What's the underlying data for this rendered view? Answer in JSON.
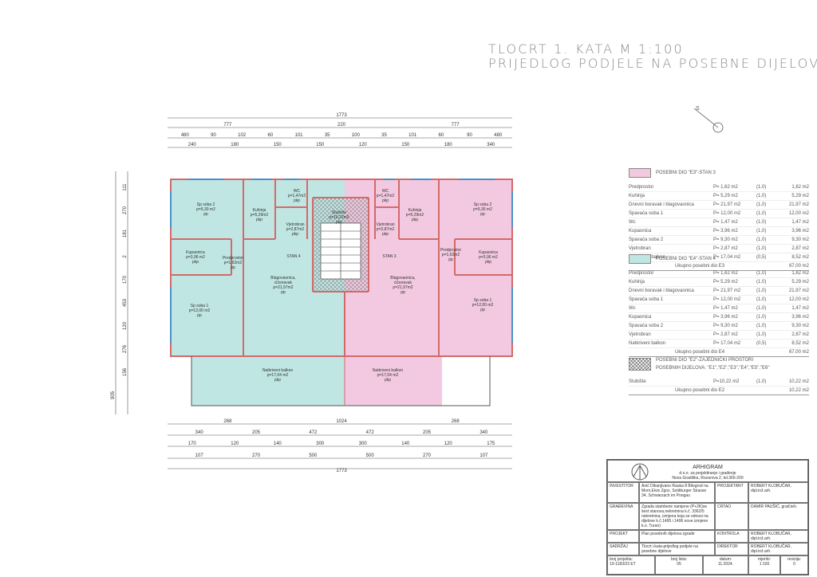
{
  "title": {
    "line1": "TLOCRT 1. KATA      M 1:100",
    "line2": "PRIJEDLOG PODJELE NA POSEBNE DIJELOVE"
  },
  "colors": {
    "stan3": "#f2c9e0",
    "stan4": "#bfe6e3",
    "wall": "#d26a6a"
  },
  "north_label": "S",
  "dims": {
    "top_total": "1773",
    "top_row2": [
      "777",
      "220",
      "777"
    ],
    "top_row3": [
      "480",
      "90",
      "102",
      "60",
      "101",
      "35",
      "100",
      "35",
      "101",
      "60",
      "90",
      "480"
    ],
    "top_row4": [
      "240",
      "180",
      "150",
      "150",
      "120",
      "150",
      "180",
      "340"
    ],
    "bottom_row1": [
      "268",
      "1024",
      "268"
    ],
    "bottom_row2": [
      "340",
      "205",
      "472",
      "472",
      "205",
      "340"
    ],
    "bottom_row3": [
      "170",
      "120",
      "140",
      "300",
      "300",
      "140",
      "120",
      "175"
    ],
    "bottom_row4": [
      "107",
      "270",
      "500",
      "500",
      "270",
      "107"
    ],
    "bottom_total": "1773",
    "left": [
      "111",
      "270",
      "181",
      "2",
      "170",
      "453",
      "120",
      "276",
      "156",
      "905"
    ]
  },
  "rooms": {
    "sp2_l": [
      "Sp soba 2",
      "p=9,30 m2",
      "pp"
    ],
    "kup_l": [
      "Kupaonica",
      "p=3,96 m2",
      "pkp"
    ],
    "sp1_l": [
      "Sp soba 1",
      "p=12,00 m2",
      "pp"
    ],
    "kuh_l": [
      "Kuhinja",
      "p=5,29m2",
      "pkp"
    ],
    "wc_l": [
      "WC",
      "p=1,47m2",
      "pkp"
    ],
    "vj_l": [
      "Vjetrobran",
      "p=2,87m2",
      "pkp"
    ],
    "pred_l": [
      "Predprostor",
      "p=1,62m2",
      "pp"
    ],
    "stan4": "STAN 4",
    "bor_l": [
      "Blagovaonica,",
      "d.boravak",
      "p=21,97m2",
      "pp"
    ],
    "stub": [
      "Stubište",
      "p=10,22m2",
      "pkp"
    ],
    "stan3": "STAN 3",
    "bor_r": [
      "Blagovaonica,",
      "d.boravak",
      "p=21,97m2",
      "pp"
    ],
    "kuh_r": [
      "Kuhinja",
      "p=5,29m2",
      "pkp"
    ],
    "wc_r": [
      "WC",
      "p=1,47m2",
      "pkp"
    ],
    "vj_r": [
      "Vjetrobran",
      "p=2,87m2",
      "pkp"
    ],
    "pred_r": [
      "Predprostor",
      "p=1,62m2",
      "pp"
    ],
    "sp2_r": [
      "Sp soba 2",
      "p=9,30 m2",
      "pp"
    ],
    "kup_r": [
      "Kupaonica",
      "p=3,96 m2",
      "pkp"
    ],
    "sp1_r": [
      "Sp soba 1",
      "p=12,00 m2",
      "pp"
    ],
    "bal_l": [
      "Natkriveni balkon",
      "p=17,04 m2",
      "pkp"
    ],
    "bal_r": [
      "Natkriveni balkon",
      "p=17,04 m2",
      "pkp"
    ]
  },
  "legend": {
    "e3": {
      "title": "POSEBNI DIO \"E3\"-STAN 3",
      "rows": [
        [
          "Predprostor",
          "P= 1,62 m2",
          "(1,0)",
          "1,62 m2"
        ],
        [
          "Kuhinja",
          "P= 5,29 m2",
          "(1,0)",
          "5,29 m2"
        ],
        [
          "Dnevni boravak i blagovaonica",
          "P= 21,97 m2",
          "(1,0)",
          "21,97 m2"
        ],
        [
          "Spavaća soba 1",
          "P= 12,00 m2",
          "(1,0)",
          "12,00 m2"
        ],
        [
          "Wc",
          "P= 1,47 m2",
          "(1,0)",
          "1,47 m2"
        ],
        [
          "Kupaonica",
          "P= 3,96 m2",
          "(1,0)",
          "3,96 m2"
        ],
        [
          "Spavaća soba 2",
          "P= 9,30 m2",
          "(1,0)",
          "9,30 m2"
        ],
        [
          "Vjetrobran",
          "P= 2,87 m2",
          "(1,0)",
          "2,87 m2"
        ],
        [
          "Natkriveni balkon",
          "P= 17,04 m2",
          "(0,5)",
          "8,52 m2"
        ]
      ],
      "total_label": "Ukupno posebni dio E3",
      "total_value": "67,00 m2"
    },
    "e4": {
      "title": "POSEBNI DIO \"E4\"-STAN 4",
      "rows": [
        [
          "Predprostor",
          "P= 1,62 m2",
          "(1,0)",
          "1,62 m2"
        ],
        [
          "Kuhinja",
          "P= 5,29 m2",
          "(1,0)",
          "5,29 m2"
        ],
        [
          "Dnevni boravak i blagovaonica",
          "P= 21,97 m2",
          "(1,0)",
          "21,97 m2"
        ],
        [
          "Spavaća soba 1",
          "P= 12,00 m2",
          "(1,0)",
          "12,00 m2"
        ],
        [
          "Wc",
          "P= 1,47 m2",
          "(1,0)",
          "1,47 m2"
        ],
        [
          "Kupaonica",
          "P= 3,96 m2",
          "(1,0)",
          "3,96 m2"
        ],
        [
          "Spavaća soba 2",
          "P= 9,30 m2",
          "(1,0)",
          "9,30 m2"
        ],
        [
          "Vjetrobran",
          "P= 2,87 m2",
          "(1,0)",
          "2,87 m2"
        ],
        [
          "Natkriveni balkon",
          "P= 17,04 m2",
          "(0,5)",
          "8,52 m2"
        ]
      ],
      "total_label": "Ukupno posebni dio E4",
      "total_value": "67,00 m2"
    },
    "e2": {
      "title1": "POSEBNI DIO \"E2\"-ZAJEDNIČKI PROSTORI",
      "title2": "POSEBNIH DIJELOVA: \"E1\",\"E2\",\"E3\",\"E4\",\"E5\",\"E6\"",
      "rows": [
        [
          "Stubište",
          "P=10,22 m2",
          "(1,0)",
          "10,22 m2"
        ]
      ],
      "total_label": "Ukupno posebni dio E2",
      "total_value": "10,22 m2"
    }
  },
  "titleblock": {
    "company": "ARHIGRAM",
    "company_sub1": "d.o.o. za projektiranje i građenje",
    "company_sub2": "Nova Gradiška, Rozarova 2, tel.366-200",
    "investitor_label": "INVESTITOR",
    "investitor": "Anić Dikanjivano Rauka 8 Bilogrod na Mom,Elvis Zgoz, Soldburger Strasse 34, Schwarzach im Pongau",
    "projektant_label": "PROJEKTANT",
    "projektant": "ROBERT KLOBUČAR, dipl.inž.arh.",
    "gradjevina_label": "GRAĐEVINA",
    "gradjevina": "Zgrada stambene namjene (P+2K)se šest stanova,nekretnina k.č. 3362/5 nekretnina, izmjena koja se odnosi na dijelove k.č.1495 i 1496 nove izmjene k.o. Turan)",
    "crtao_label": "CRTAO",
    "crtao": "DAMIR PAUŠIĆ, građ.teh.",
    "projekt_label": "PROJEKT",
    "projekt": "Plan posebnih dijelova zgrade",
    "kontrola_label": "KONTROLA",
    "kontrola": "ROBERT KLOBUČAR, dipl.inž.arh.",
    "sadrzaj_label": "SADRŽAJ",
    "sadrzaj": "Tlocrt i.kata-prijedlog podjele na posebne dijelove",
    "direktor_label": "DIREKTOR",
    "direktor": "ROBERT KLOBUČAR, dipl.inž.arh.",
    "broj_projekta_label": "broj projekta:",
    "broj_projekta": "10-1183/23 ET",
    "broj_lista_label": "broj lista:",
    "broj_lista": "05",
    "datum_label": "datum:",
    "datum": "11.2024.",
    "mjerilo_label": "mjerilo:",
    "mjerilo": "1:100",
    "revizija_label": "revizija:",
    "revizija": "0"
  }
}
